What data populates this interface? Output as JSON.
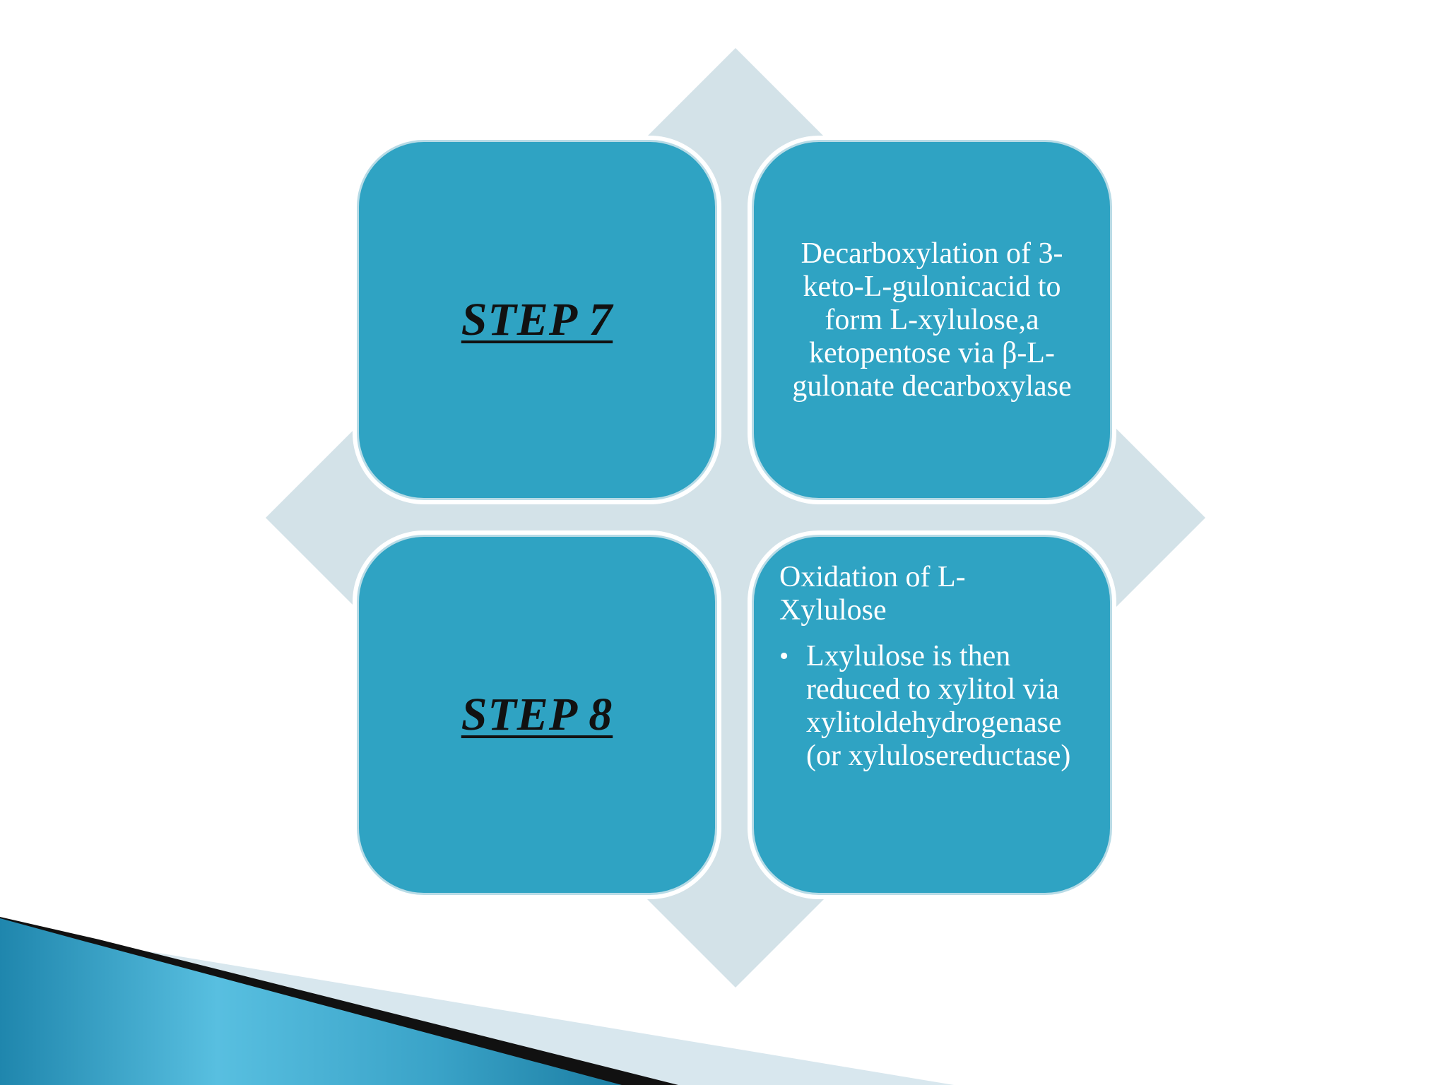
{
  "diagram": {
    "step7": {
      "title": "STEP 7",
      "description": "Decarboxylation of 3-keto-L-gulonicacid to form L-xylulose,a ketopentose via β-L- gulonate decarboxylase"
    },
    "step8": {
      "title": "STEP 8",
      "heading": "Oxidation of L-Xylulose",
      "bullet": "Lxylulose is then reduced to xylitol via xylitoldehydrogenase (or xylulosereductase)"
    }
  },
  "colors": {
    "box_fill": "#2fa3c3",
    "box_border": "#b8dbe6",
    "diamond": "#d3e2e8",
    "title_text": "#111111",
    "body_text": "#ffffff"
  }
}
